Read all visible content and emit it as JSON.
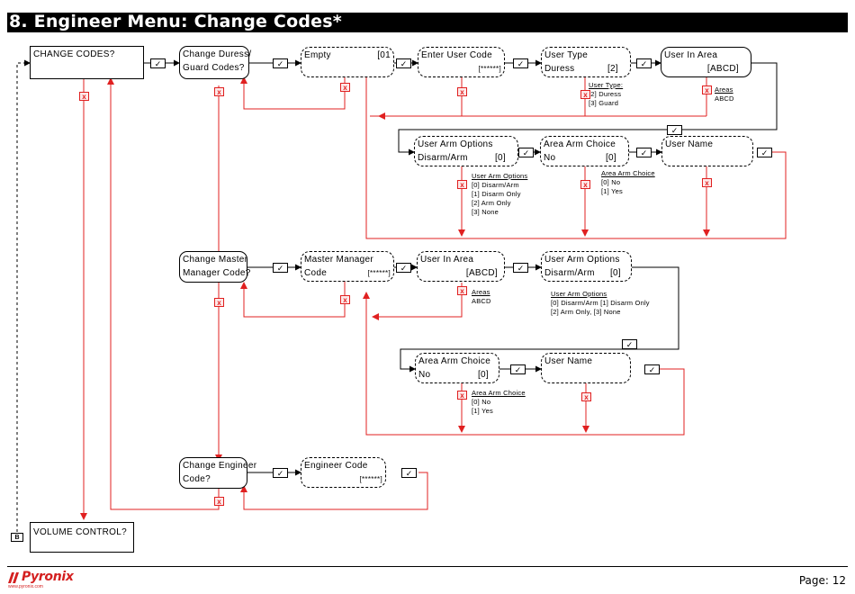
{
  "page_title": "8. Engineer Menu: Change Codes*",
  "footer": {
    "brand": "Pyronix",
    "url": "www.pyronix.com",
    "page_label": "Page: 12"
  },
  "symbols": {
    "yes": "✓",
    "no": "x",
    "b_marker": "B"
  },
  "colors": {
    "flow_red": "#e02020",
    "flow_black": "#000000",
    "brand_red": "#d42020"
  },
  "menu": {
    "change_codes": "CHANGE CODES?",
    "volume_control": "VOLUME CONTROL?"
  },
  "duress": {
    "title_1": "Change Duress/",
    "title_2": "Guard Codes?",
    "empty_label": "Empty",
    "empty_value": "[01",
    "enter_code_1": "Enter User Code",
    "enter_code_2": "[******]",
    "user_type_1": "User Type",
    "user_type_2": "Duress",
    "user_type_val": "[2]",
    "user_type_note": {
      "heading": "User Type:",
      "lines": [
        "[2] Duress",
        "[3] Guard"
      ]
    },
    "area_1": "User In Area",
    "area_2": "[ABCD]",
    "areas_note": {
      "heading": "Areas",
      "lines": [
        "ABCD"
      ]
    },
    "arm_opt_1": "User Arm Options",
    "arm_opt_2": "Disarm/Arm",
    "arm_opt_val": "[0]",
    "arm_opt_note": {
      "heading": "User Arm Options",
      "lines": [
        "[0] Disarm/Arm",
        "[1] Disarm Only",
        "[2] Arm Only",
        "[3] None"
      ]
    },
    "arm_choice_1": "Area Arm Choice",
    "arm_choice_2": "No",
    "arm_choice_val": "[0]",
    "arm_choice_note": {
      "heading": "Area Arm Choice",
      "lines": [
        "[0] No",
        "[1] Yes"
      ]
    },
    "user_name": "User Name"
  },
  "master": {
    "title_1": "Change Master",
    "title_2": "Manager Code?",
    "code_1": "Master Manager",
    "code_2": "Code",
    "code_val": "[******]",
    "area_1": "User In Area",
    "area_2": "[ABCD]",
    "areas_note": {
      "heading": "Areas",
      "lines": [
        "ABCD"
      ]
    },
    "arm_opt_1": "User Arm Options",
    "arm_opt_2": "Disarm/Arm",
    "arm_opt_val": "[0]",
    "arm_opt_note": {
      "heading": "User Arm Options",
      "lines": [
        "[0] Disarm/Arm [1] Disarm Only",
        "[2] Arm Only, [3] None"
      ]
    },
    "arm_choice_1": "Area Arm Choice",
    "arm_choice_2": "No",
    "arm_choice_val": "[0]",
    "arm_choice_note": {
      "heading": "Area Arm Choice",
      "lines": [
        "[0] No",
        "[1] Yes"
      ]
    },
    "user_name": "User Name"
  },
  "engineer": {
    "title_1": "Change Engineer",
    "title_2": "Code?",
    "code_1": "Engineer Code",
    "code_val": "[******]"
  }
}
